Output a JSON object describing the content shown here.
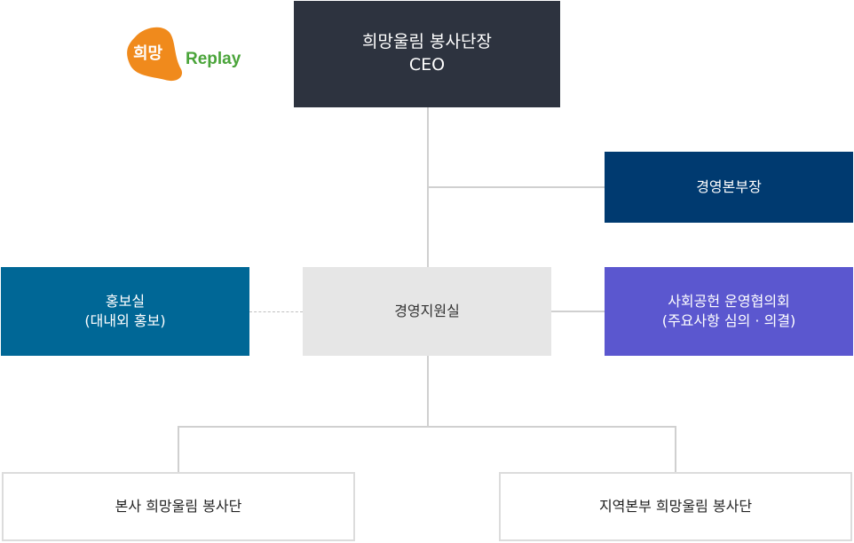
{
  "logo": {
    "mark_text": "희망",
    "word_text": "Replay"
  },
  "org": {
    "ceo": {
      "line1": "희망울림 봉사단장",
      "line2": "CEO"
    },
    "management_head": {
      "label": "경영본부장"
    },
    "pr_office": {
      "line1": "홍보실",
      "line2": "(대내외 홍보)"
    },
    "management_support": {
      "label": "경영지원실"
    },
    "council": {
      "line1": "사회공헌 운영협의회",
      "line2": "(주요사항 심의 · 의결)"
    },
    "hq_team": {
      "label": "본사 희망울림 봉사단"
    },
    "regional_team": {
      "label": "지역본부 희망울림 봉사단"
    }
  },
  "colors": {
    "ceo": "#2d333f",
    "management_head": "#003a70",
    "pr_office": "#006796",
    "management_support": "#e6e6e6",
    "council": "#5b57cf",
    "connector": "#d0d0d0",
    "logo_orange": "#f08a1c",
    "logo_green": "#4aa43a"
  }
}
